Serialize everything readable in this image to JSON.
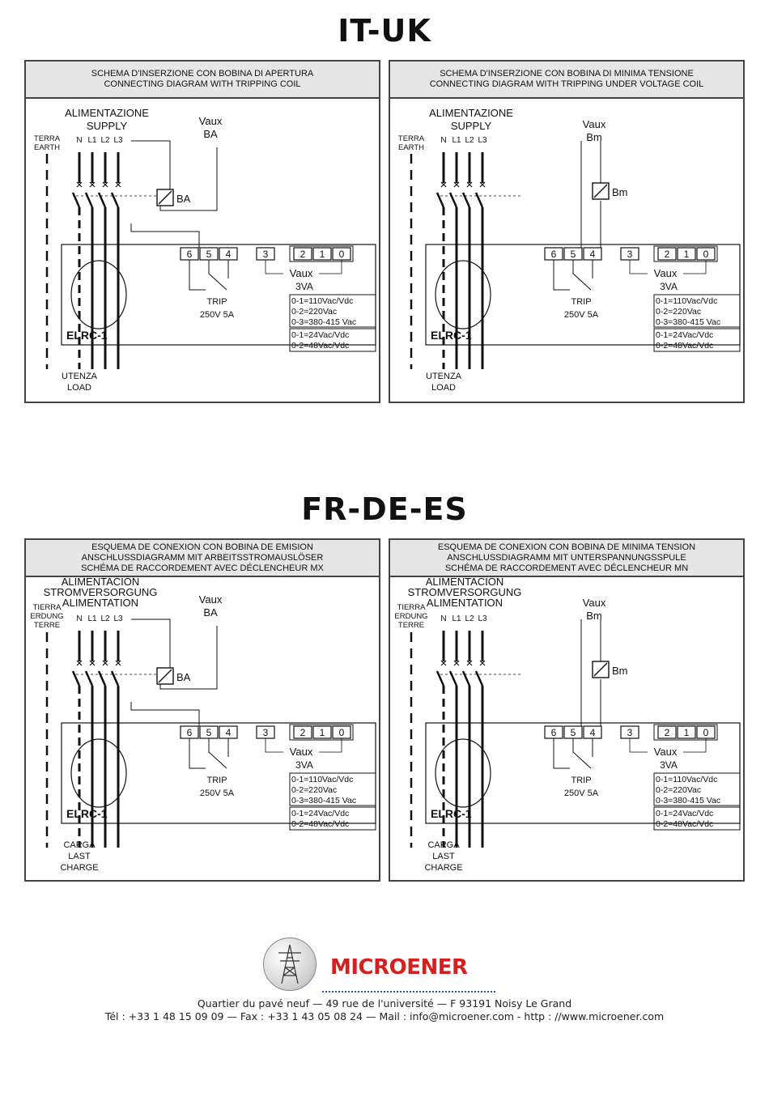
{
  "sections": [
    {
      "title": "IT-UK",
      "panels": [
        {
          "header": [
            "SCHEMA D'INSERZIONE CON BOBINA DI APERTURA",
            "CONNECTING DIAGRAM WITH TRIPPING COIL"
          ],
          "supply": [
            "ALIMENTAZIONE",
            "SUPPLY"
          ],
          "earth": [
            "TERRA",
            "EARTH"
          ],
          "phases": [
            "N",
            "L1",
            "L2",
            "L3"
          ],
          "vaux": [
            "Vaux",
            "BA"
          ],
          "coil": "BA",
          "terminals": [
            "6",
            "5",
            "4",
            "3",
            "2",
            "1",
            "0"
          ],
          "vaux_label": "Vaux",
          "vaux_power": "3VA",
          "trip": [
            "TRIP",
            "250V 5A"
          ],
          "specs_a": [
            "0-1=110Vac/Vdc",
            "0-2=220Vac",
            "0-3=380-415 Vac"
          ],
          "specs_b": [
            "0-1=24Vac/Vdc",
            "0-2=48Vac/Vdc"
          ],
          "device": "ELRC-1",
          "load": [
            "UTENZA",
            "LOAD"
          ]
        },
        {
          "header": [
            "SCHEMA D'INSERZIONE CON BOBINA DI MINIMA TENSIONE",
            "CONNECTING DIAGRAM WITH TRIPPING UNDER VOLTAGE COIL"
          ],
          "supply": [
            "ALIMENTAZIONE",
            "SUPPLY"
          ],
          "earth": [
            "TERRA",
            "EARTH"
          ],
          "phases": [
            "N",
            "L1",
            "L2",
            "L3"
          ],
          "vaux": [
            "Vaux",
            "Bm"
          ],
          "coil": "Bm",
          "terminals": [
            "6",
            "5",
            "4",
            "3",
            "2",
            "1",
            "0"
          ],
          "vaux_label": "Vaux",
          "vaux_power": "3VA",
          "trip": [
            "TRIP",
            "250V 5A"
          ],
          "specs_a": [
            "0-1=110Vac/Vdc",
            "0-2=220Vac",
            "0-3=380-415 Vac"
          ],
          "specs_b": [
            "0-1=24Vac/Vdc",
            "0-2=48Vac/Vdc"
          ],
          "device": "ELRC-1",
          "load": [
            "UTENZA",
            "LOAD"
          ]
        }
      ]
    },
    {
      "title": "FR-DE-ES",
      "panels": [
        {
          "header": [
            "ESQUEMA DE CONEXION CON BOBINA DE EMISION",
            "ANSCHLUSSDIAGRAMM MIT ARBEITSSTROMAUSLÖSER",
            "SCHÉMA DE RACCORDEMENT AVEC DÉCLENCHEUR MX"
          ],
          "supply": [
            "ALIMENTACION",
            "STROMVERSORGUNG",
            "ALIMENTATION"
          ],
          "earth": [
            "TIERRA",
            "ERDUNG",
            "TERRE"
          ],
          "phases": [
            "N",
            "L1",
            "L2",
            "L3"
          ],
          "vaux": [
            "Vaux",
            "BA"
          ],
          "coil": "BA",
          "terminals": [
            "6",
            "5",
            "4",
            "3",
            "2",
            "1",
            "0"
          ],
          "vaux_label": "Vaux",
          "vaux_power": "3VA",
          "trip": [
            "TRIP",
            "250V 5A"
          ],
          "specs_a": [
            "0-1=110Vac/Vdc",
            "0-2=220Vac",
            "0-3=380-415 Vac"
          ],
          "specs_b": [
            "0-1=24Vac/Vdc",
            "0-2=48Vac/Vdc"
          ],
          "device": "ELRC-1",
          "load": [
            "CARGA",
            "LAST",
            "CHARGE"
          ]
        },
        {
          "header": [
            "ESQUEMA DE CONEXION CON BOBINA DE MINIMA TENSION",
            "ANSCHLUSSDIAGRAMM MIT UNTERSPANNUNGSSPULE",
            "SCHÉMA DE RACCORDEMENT AVEC DÉCLENCHEUR MN"
          ],
          "supply": [
            "ALIMENTACION",
            "STROMVERSORGUNG",
            "ALIMENTATION"
          ],
          "earth": [
            "TIERRA",
            "ERDUNG",
            "TERRE"
          ],
          "phases": [
            "N",
            "L1",
            "L2",
            "L3"
          ],
          "vaux": [
            "Vaux",
            "Bm"
          ],
          "coil": "Bm",
          "terminals": [
            "6",
            "5",
            "4",
            "3",
            "2",
            "1",
            "0"
          ],
          "vaux_label": "Vaux",
          "vaux_power": "3VA",
          "trip": [
            "TRIP",
            "250V 5A"
          ],
          "specs_a": [
            "0-1=110Vac/Vdc",
            "0-2=220Vac",
            "0-3=380-415 Vac"
          ],
          "specs_b": [
            "0-1=24Vac/Vdc",
            "0-2=48Vac/Vdc"
          ],
          "device": "ELRC-1",
          "load": [
            "CARGA",
            "LAST",
            "CHARGE"
          ]
        }
      ]
    }
  ],
  "footer": {
    "logo_text": "MICROENER",
    "address": "Quartier du pavé neuf — 49 rue de l'université — F 93191 Noisy Le Grand",
    "contact": "Tél : +33 1 48 15 09 09 — Fax : +33 1 43 05 08 24 — Mail : info@microener.com - http : //www.microener.com"
  },
  "colors": {
    "logo_red": "#d42020",
    "dots_blue": "#3a4ea8",
    "header_bg": "#e6e6e6"
  }
}
